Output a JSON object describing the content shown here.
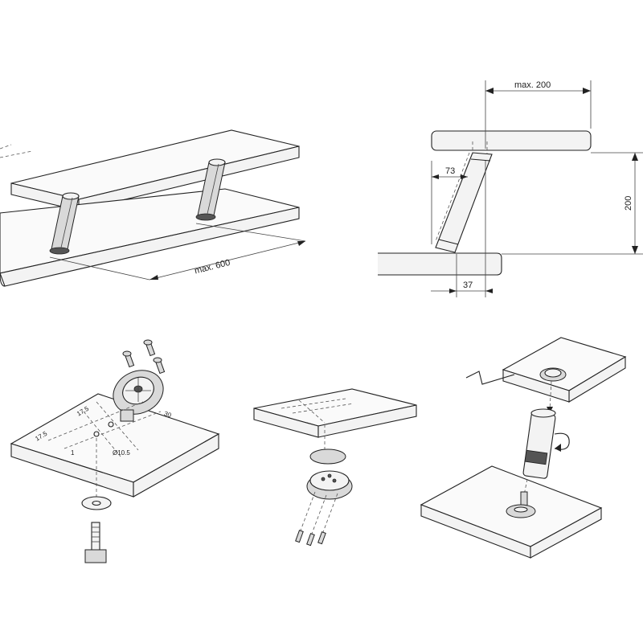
{
  "panels": {
    "shelf_overview": {
      "span_label": "max. 600"
    },
    "side_view": {
      "overhang_label": "max. 200",
      "height_label": "200",
      "top_offset_label": "73",
      "bottom_offset_label": "37"
    },
    "mounting_plate": {
      "dim_a": "17.5",
      "dim_b": "17.5",
      "dim_c": "30",
      "dim_d": "1",
      "hole_label": "Ø10.5"
    },
    "top_mount": {},
    "assembly": {}
  }
}
